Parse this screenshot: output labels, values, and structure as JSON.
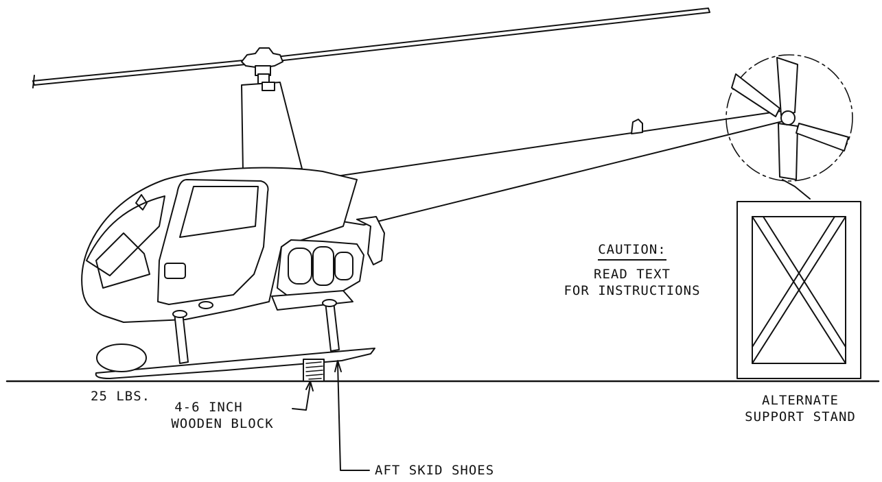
{
  "labels": {
    "weight": "25 LBS.",
    "block_line1": "4-6 INCH",
    "block_line2": "WOODEN BLOCK",
    "aft_skid": "AFT SKID SHOES",
    "caution_title": "CAUTION:",
    "caution_line1": "READ TEXT",
    "caution_line2": "FOR INSTRUCTIONS",
    "stand_line1": "ALTERNATE",
    "stand_line2": "SUPPORT STAND"
  },
  "colors": {
    "ink": "#111111",
    "paper": "#ffffff"
  }
}
